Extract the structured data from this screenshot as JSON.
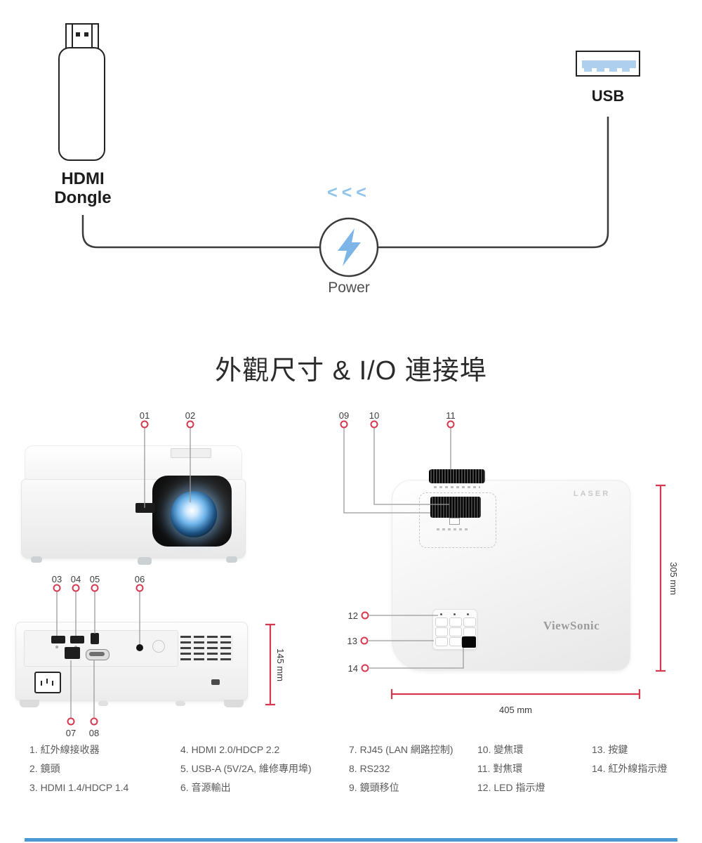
{
  "accent": {
    "callout_red": "#d6394f",
    "diagram_blue": "#8fc3ea",
    "cable_dark": "#3a3a3a",
    "footer_blue": "#4b98d3"
  },
  "connection_diagram": {
    "hdmi_label_line1": "HDMI",
    "hdmi_label_line2": "Dongle",
    "usb_label": "USB",
    "power_label": "Power",
    "flow_arrows": "<<<"
  },
  "section": {
    "title": "外觀尺寸 & I/O 連接埠"
  },
  "callout_numbers": [
    "01",
    "02",
    "03",
    "04",
    "05",
    "06",
    "07",
    "08",
    "09",
    "10",
    "11",
    "12",
    "13",
    "14"
  ],
  "dimensions": {
    "height_label": "145 mm",
    "depth_label": "305 mm",
    "width_label": "405 mm"
  },
  "branding": {
    "laser_logo": "LASER",
    "viewsonic_logo": "ViewSonic"
  },
  "legend": {
    "items": [
      "1. 紅外線接收器",
      "2. 鏡頭",
      "3. HDMI 1.4/HDCP 1.4",
      "4. HDMI 2.0/HDCP 2.2",
      "5. USB-A (5V/2A, 維修專用埠)",
      "6. 音源輸出",
      "7. RJ45 (LAN 網路控制)",
      "8. RS232",
      "9. 鏡頭移位",
      "10. 變焦環",
      "11. 對焦環",
      "12. LED 指示燈",
      "13. 按鍵",
      "14. 紅外線指示燈"
    ]
  }
}
